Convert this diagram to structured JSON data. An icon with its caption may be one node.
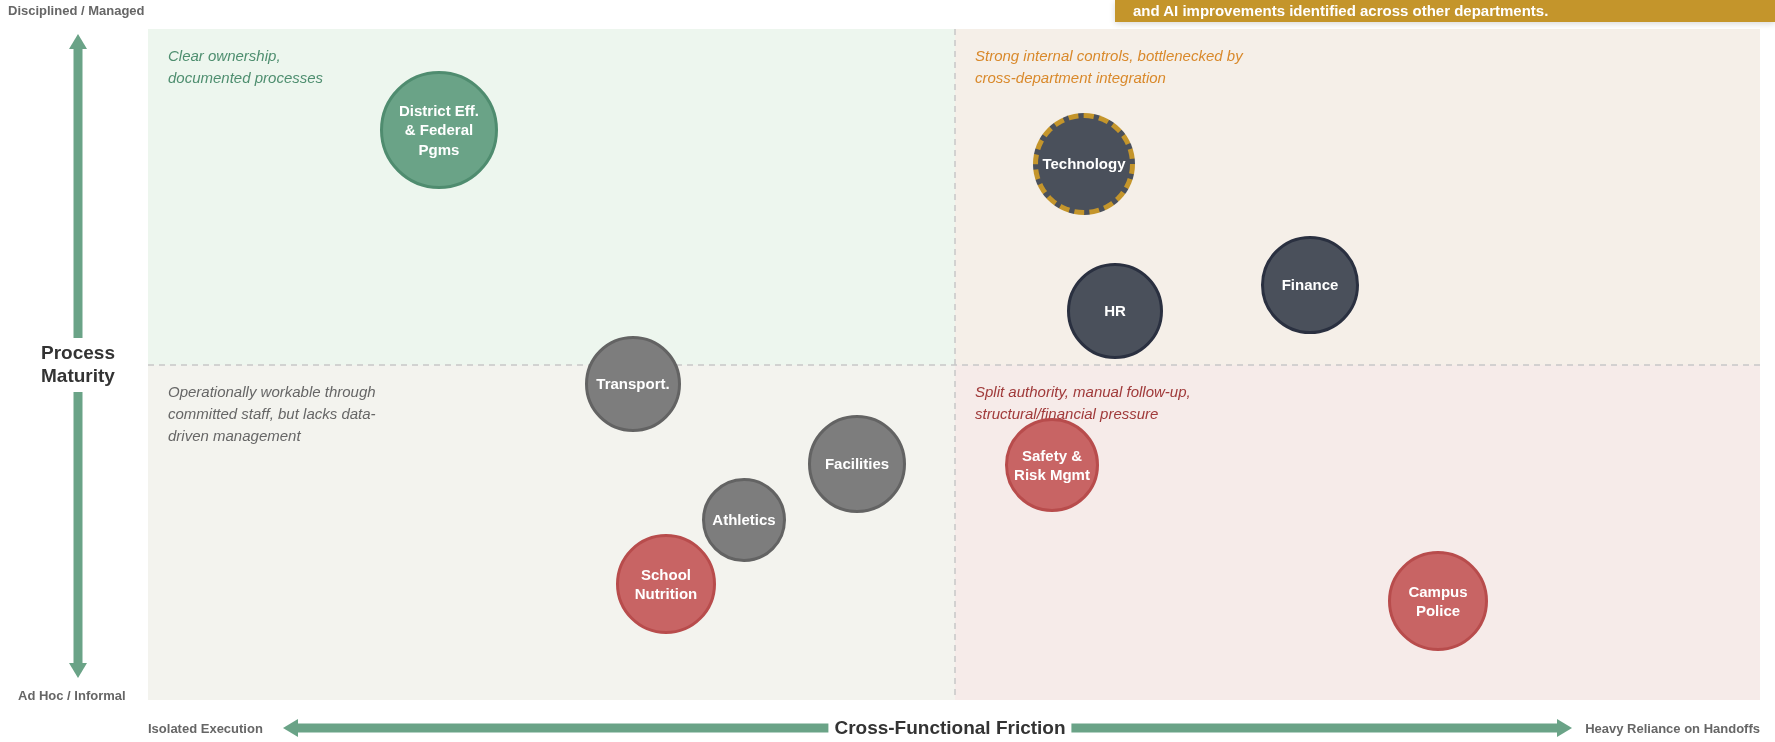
{
  "diagram": {
    "nodes": [
      {
        "text": [
          "Clear ownership, documented processes"
        ]
      },
      {
        "text": [
          "Strong internal controls, bottlenecked by cross-department integration"
        ]
      },
      {
        "text": [
          "Operationally workable through committed staff, but lacks data-driven management"
        ]
      },
      {
        "text": [
          "Split authority, manual follow-up, structural/financial pressure"
        ]
      },
      {
        "text": [
          "District Eff. & Federal Pgms"
        ],
        "in": 0
      },
      {
        "text": [
          "Technology"
        ],
        "in": 1
      },
      {
        "text": [
          "HR"
        ],
        "in": 1
      },
      {
        "text": [
          "Finance"
        ],
        "in": 1
      },
      {
        "text": [
          "Transport."
        ]
      },
      {
        "text": [
          "Facilities"
        ],
        "in": 2
      },
      {
        "text": [
          "Athletics"
        ],
        "in": 2
      },
      {
        "text": [
          "School Nutrition"
        ],
        "in": 2
      },
      {
        "text": [
          "Safety & Risk Mgmt"
        ],
        "in": 3
      },
      {
        "text": [
          "Campus Police"
        ],
        "in": 3
      }
    ],
    "labels": [
      "and AI improvements identified across other departments.",
      "Disciplined / Managed",
      "Process Maturity",
      "Ad Hoc / Informal",
      "Isolated Execution",
      "Cross-Functional Friction",
      "Heavy Reliance on Handoffs"
    ]
  }
}
